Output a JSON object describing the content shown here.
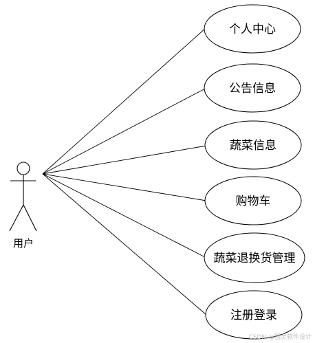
{
  "actor": {
    "name": "用户"
  },
  "use_cases": [
    {
      "label": "个人中心"
    },
    {
      "label": "公告信息"
    },
    {
      "label": "蔬菜信息"
    },
    {
      "label": "购物车"
    },
    {
      "label": "蔬菜退换货管理"
    },
    {
      "label": "注册登录"
    }
  ],
  "watermark": "CSDN @图灵软件设计"
}
